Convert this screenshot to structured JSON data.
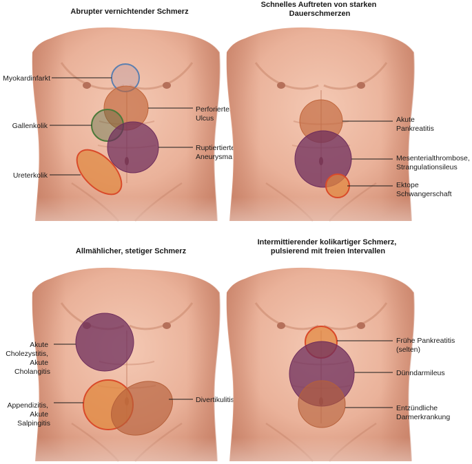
{
  "colors": {
    "skin_light": "#f2c3ad",
    "skin_mid": "#e3a088",
    "skin_shadow": "#c97f66",
    "purple": "#6e2d5c",
    "orange": "#e0873e",
    "brown": "#b5603a",
    "blue_outline": "#5b7fb0",
    "green_outline": "#4d7a3a",
    "red_outline": "#d94a2a"
  },
  "panels": [
    {
      "title_lines": [
        "Abrupter vernichtender Schmerz"
      ],
      "labels": [
        {
          "lines": [
            "Myokardinfarkt"
          ]
        },
        {
          "lines": [
            "Perforiertes",
            "Ulcus"
          ]
        },
        {
          "lines": [
            "Gallenkolik"
          ]
        },
        {
          "lines": [
            "Ruptiertiertes",
            "Aneurysma"
          ]
        },
        {
          "lines": [
            "Ureterkolik"
          ]
        }
      ]
    },
    {
      "title_lines": [
        "Schnelles Auftreten von starken",
        "Dauerschmerzen"
      ],
      "labels": [
        {
          "lines": [
            "Akute",
            "Pankreatitis"
          ]
        },
        {
          "lines": [
            "Mesenterialthrombose,",
            "Strangulationsileus"
          ]
        },
        {
          "lines": [
            "Ektope",
            "Schwangerschaft"
          ]
        }
      ]
    },
    {
      "title_lines": [
        "Allmählicher, stetiger Schmerz"
      ],
      "labels": [
        {
          "lines": [
            "Akute",
            "Cholezystitis,",
            "Akute",
            "Cholangitis"
          ]
        },
        {
          "lines": [
            "Appendizitis,",
            "Akute",
            "Salpingitis"
          ]
        },
        {
          "lines": [
            "Divertikulitis"
          ]
        }
      ]
    },
    {
      "title_lines": [
        "Intermittierender kolikartiger Schmerz,",
        "pulsierend mit freien Intervallen"
      ],
      "labels": [
        {
          "lines": [
            "Frühe Pankreatitis",
            "(selten)"
          ]
        },
        {
          "lines": [
            "Dünndarmileus"
          ]
        },
        {
          "lines": [
            "Entzündliche",
            "Darmerkrankung"
          ]
        }
      ]
    }
  ]
}
